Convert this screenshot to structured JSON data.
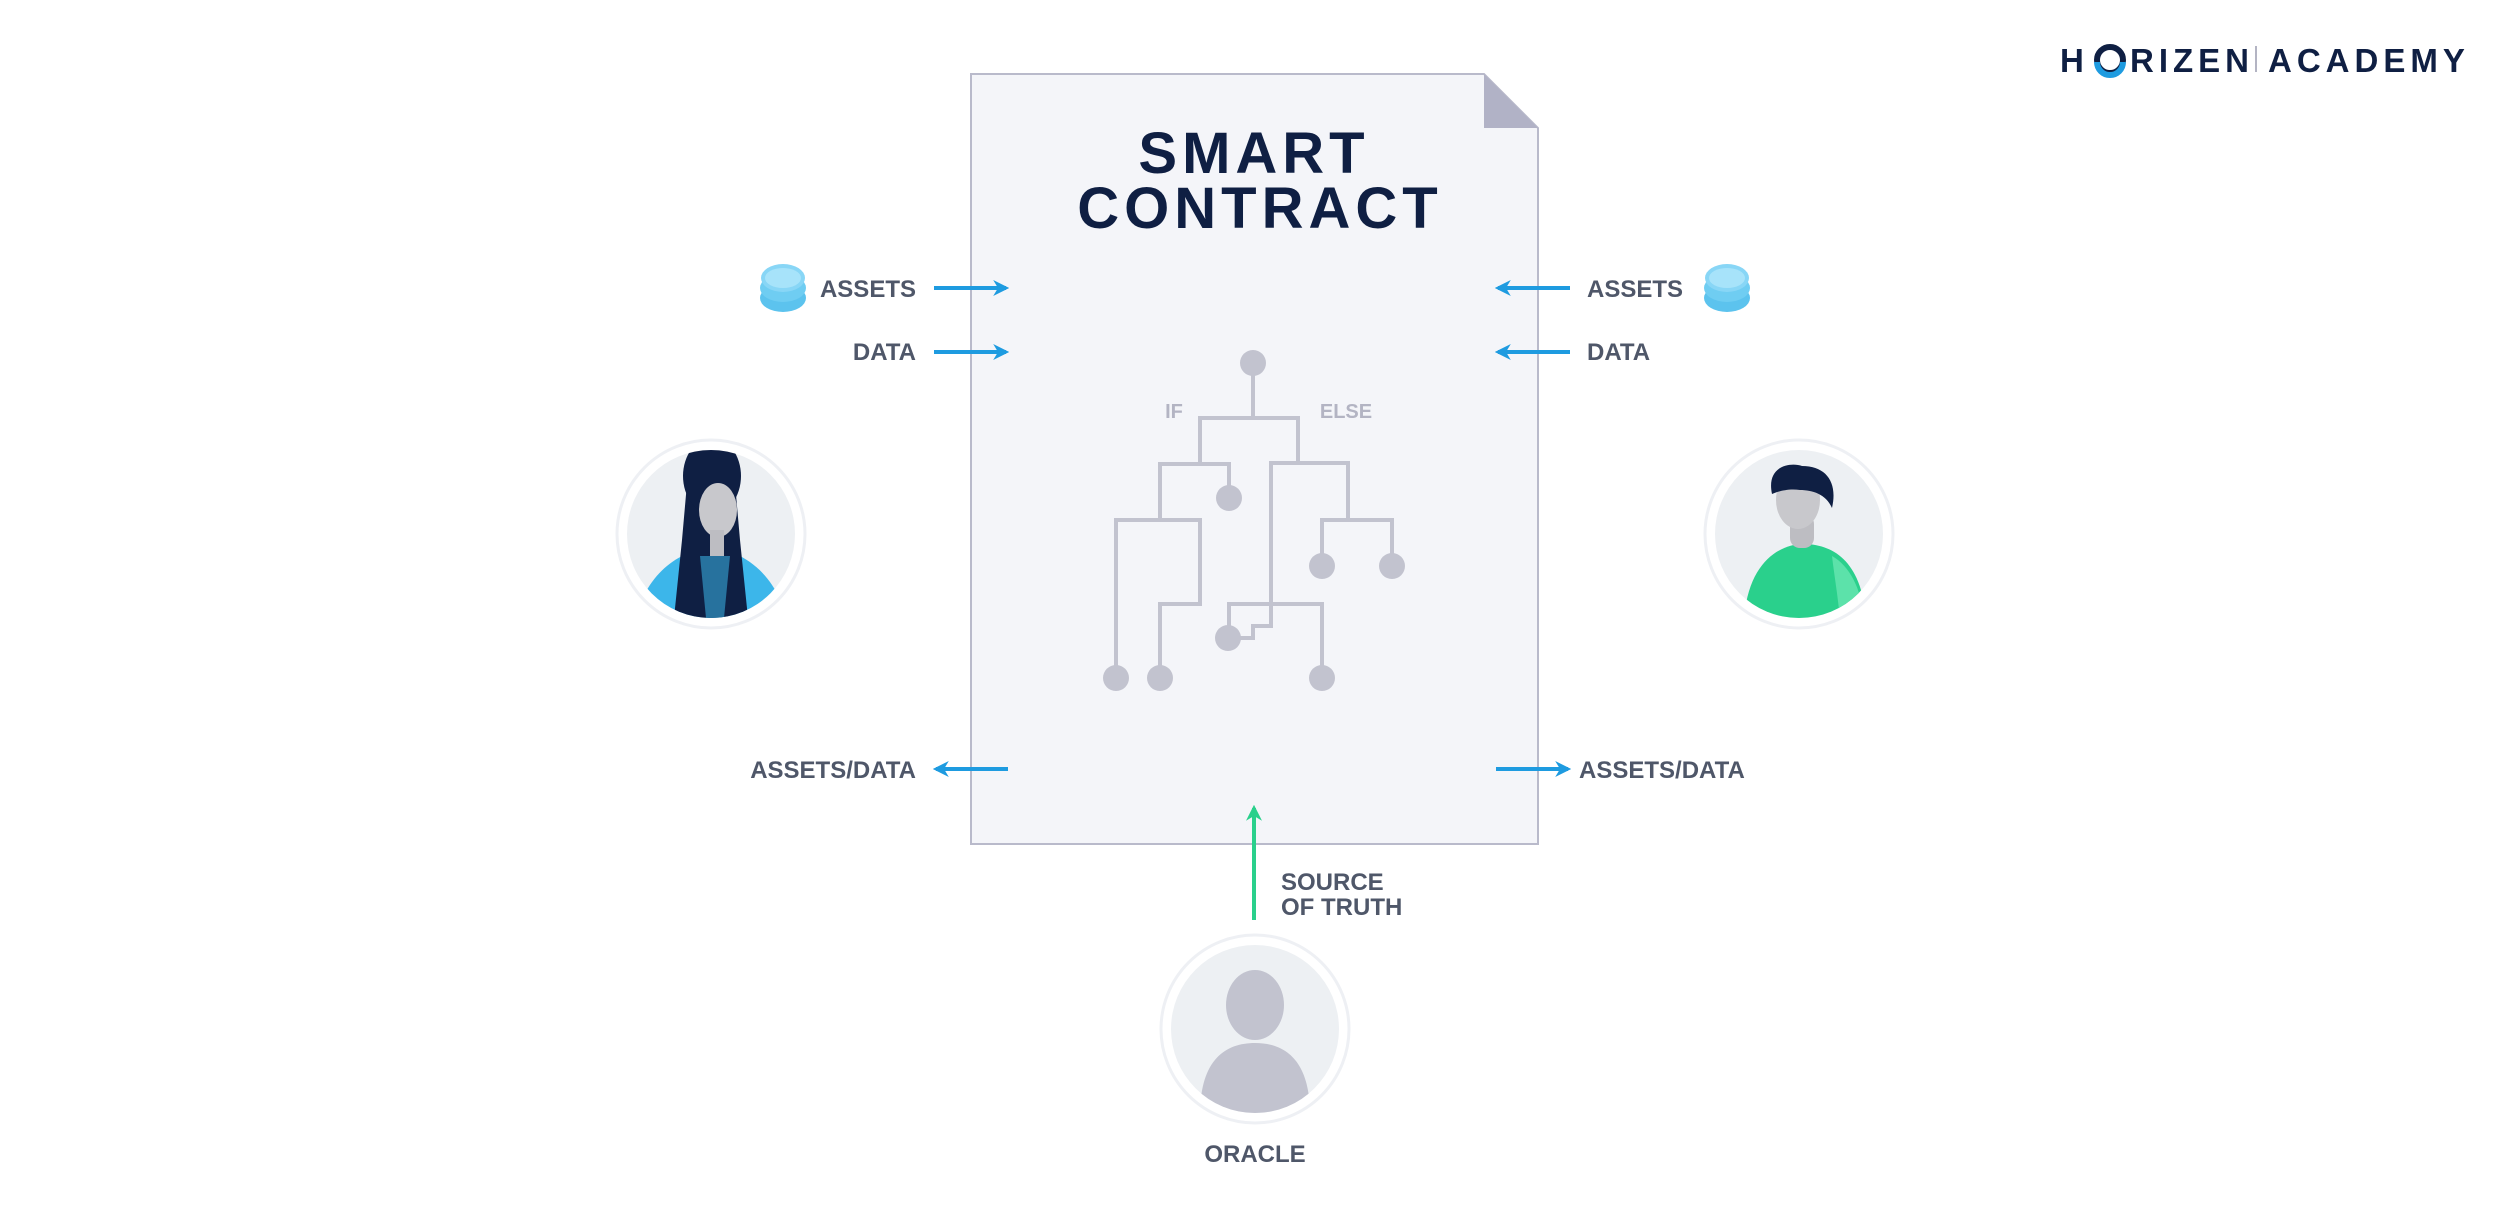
{
  "logo": {
    "brand_start": "H",
    "brand_end": "RIZEN",
    "academy": "ACADEMY"
  },
  "contract": {
    "title_line1": "SMART",
    "title_line2": "CONTRACT"
  },
  "tree": {
    "if_label": "IF",
    "else_label": "ELSE"
  },
  "left": {
    "assets_label": "ASSETS",
    "data_label": "DATA",
    "output_label": "ASSETS/DATA"
  },
  "right": {
    "assets_label": "ASSETS",
    "data_label": "DATA",
    "output_label": "ASSETS/DATA"
  },
  "oracle": {
    "source_line1": "SOURCE",
    "source_line2": "OF TRUTH",
    "label": "ORACLE"
  },
  "colors": {
    "navy": "#0f1f43",
    "arrow_blue": "#1e9be0",
    "arrow_green": "#2ad08c",
    "document_fill": "#f4f5f9",
    "coin": "#88d6f6",
    "person_left_shirt": "#3cb6ea",
    "person_right_shirt": "#2ad08c"
  },
  "icons": [
    "coin-stack-icon",
    "woman-avatar-icon",
    "man-avatar-icon",
    "oracle-avatar-icon",
    "decision-tree-icon",
    "folded-corner-icon"
  ]
}
